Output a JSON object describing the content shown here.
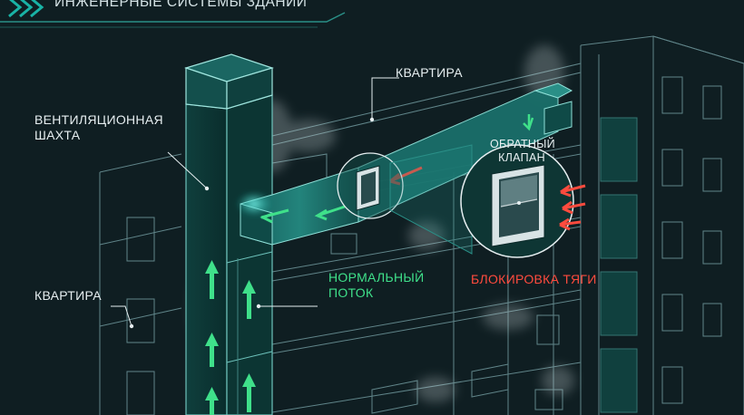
{
  "header": {
    "title": "ИНЖЕНЕРНЫЕ СИСТЕМЫ ЗДАНИЙ"
  },
  "labels": {
    "apartment_top": "КВАРТИРА",
    "ventilation_shaft": "ВЕНТИЛЯЦИОННАЯ ШАХТА",
    "ventilation_shaft_line1": "ВЕНТИЛЯЦИОННАЯ",
    "ventilation_shaft_line2": "ШАХТА",
    "apartment_left": "КВАРТИРА",
    "check_valve_line1": "ОБРАТНЫЙ",
    "check_valve_line2": "КЛАПАН",
    "normal_flow_line1": "НОРМАЛЬНЫЙ",
    "normal_flow_line2": "ПОТОК",
    "draft_blocking": "БЛОКИРОВКА ТЯГИ"
  },
  "colors": {
    "background": "#0f1e22",
    "line": "#7fa9ae",
    "teal": "#1f6f6a",
    "green_flow": "#3fe08a",
    "red_blocking": "#ff4b3e",
    "accent": "#19b3a6"
  }
}
